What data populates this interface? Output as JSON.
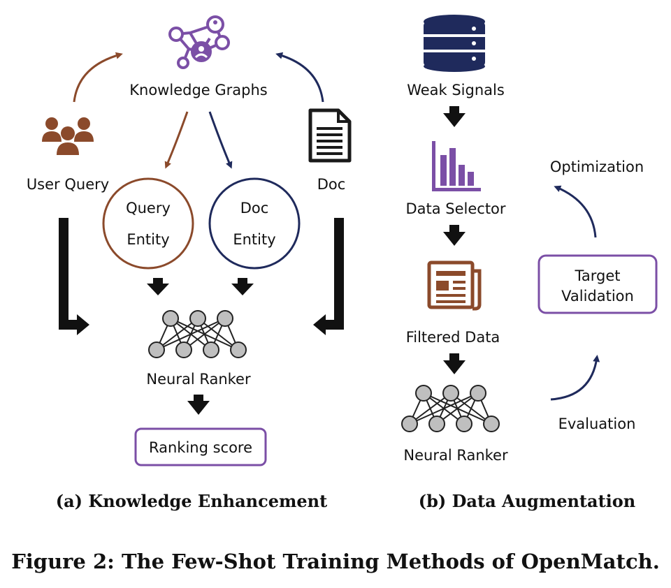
{
  "panel_a": {
    "knowledge_graphs": "Knowledge Graphs",
    "user_query": "User Query",
    "doc": "Doc",
    "query_entity_line1": "Query",
    "query_entity_line2": "Entity",
    "doc_entity_line1": "Doc",
    "doc_entity_line2": "Entity",
    "neural_ranker": "Neural Ranker",
    "ranking_score": "Ranking score",
    "subcaption": "(a) Knowledge Enhancement"
  },
  "panel_b": {
    "weak_signals": "Weak Signals",
    "data_selector": "Data Selector",
    "filtered_data": "Filtered Data",
    "neural_ranker": "Neural Ranker",
    "optimization": "Optimization",
    "target_validation_line1": "Target",
    "target_validation_line2": "Validation",
    "evaluation": "Evaluation",
    "subcaption": "(b) Data Augmentation"
  },
  "figure_caption": "Figure 2: The Few-Shot Training Methods of OpenMatch.",
  "colors": {
    "brown": "#8B4A2B",
    "navy": "#1F2A5C",
    "purple": "#7B4FA6",
    "black": "#111111",
    "node_gray": "#BFBFBF"
  }
}
